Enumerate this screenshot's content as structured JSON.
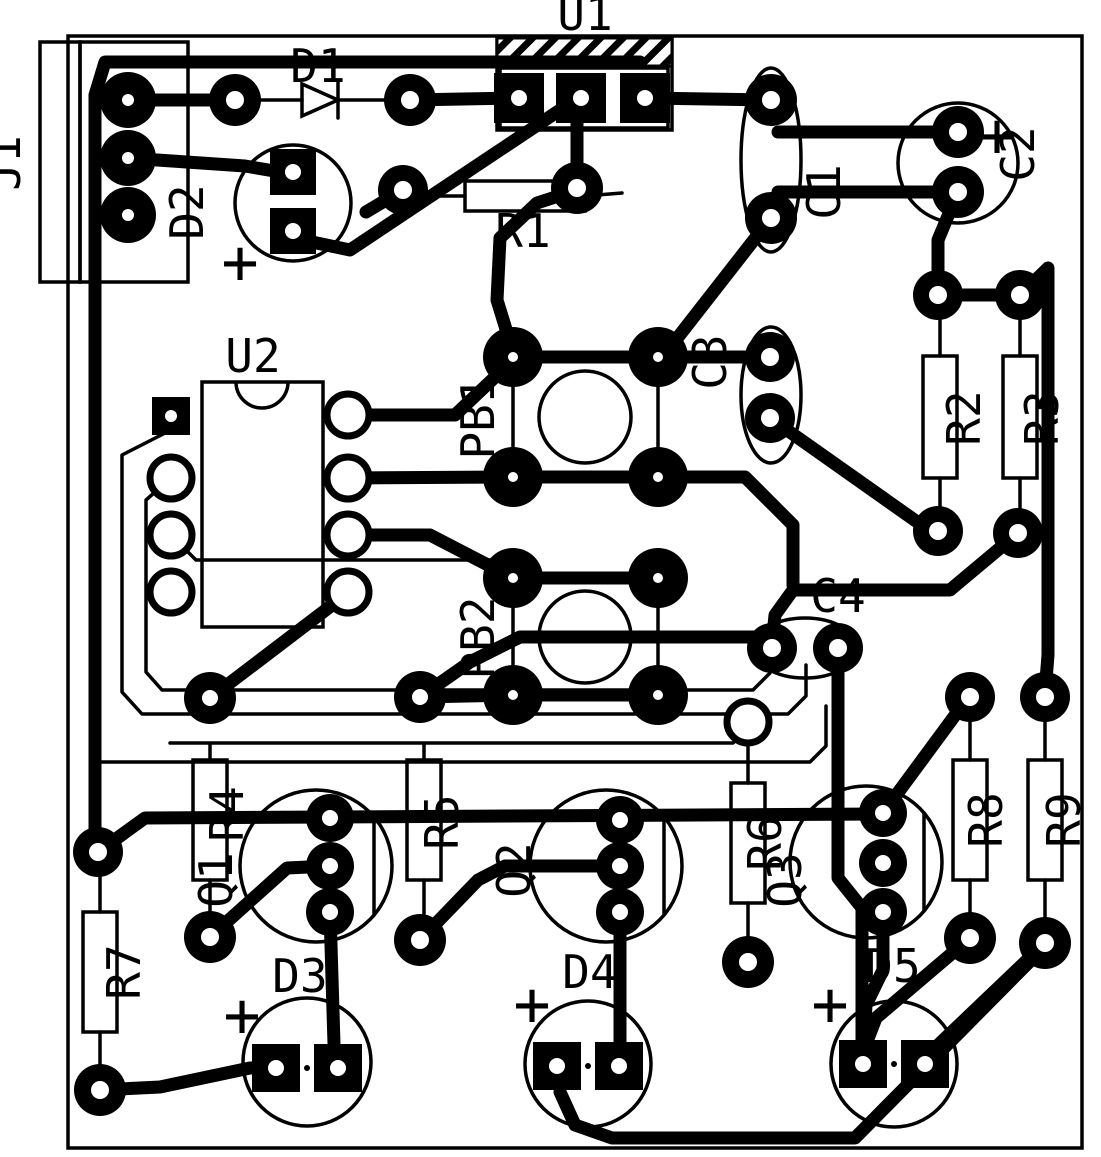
{
  "board": {
    "kind": "printed-circuit-board-layout",
    "colors": {
      "artwork": "#000000",
      "background": "#ffffff"
    }
  },
  "refs": {
    "j1": "J1",
    "u1": "U1",
    "u2": "U2",
    "r1": "R1",
    "r2": "R2",
    "r3": "R3",
    "r4": "R4",
    "r5": "R5",
    "r6": "R6",
    "r7": "R7",
    "r8": "R8",
    "r9": "R9",
    "c1": "C1",
    "c2": "C2",
    "c3": "C3",
    "c4": "C4",
    "d1": "D1",
    "d2": "D2",
    "d3": "D3",
    "d4": "D4",
    "d5": "D5",
    "pb1": "PB1",
    "pb2": "PB2",
    "q1": "Q1",
    "q2": "Q2",
    "q3": "Q3"
  },
  "symbols": {
    "plus": "+"
  }
}
